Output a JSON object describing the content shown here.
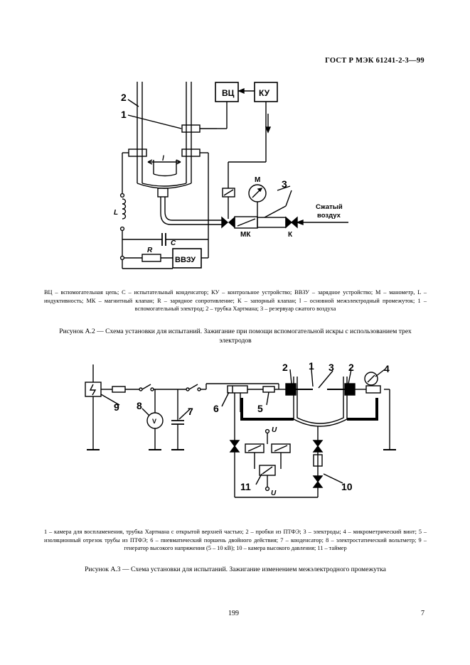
{
  "header": {
    "standard": "ГОСТ Р МЭК 61241-2-3—99"
  },
  "figure_a2": {
    "labels": {
      "vc": "ВЦ",
      "ku": "КУ",
      "vvzu": "ВВЗУ",
      "m": "М",
      "mk": "МК",
      "k": "К",
      "l": "L",
      "c": "C",
      "r": "R",
      "gap": "l",
      "n1": "1",
      "n2": "2",
      "n3": "3",
      "air_line1": "Сжатый",
      "air_line2": "воздух"
    },
    "legend": "ВЦ – вспомогательная цепь; С – испытательный конденсатор; КУ – контрольное устройство; ВВЗУ – зарядное устройство; М – манометр, L – индуктивность; МК – магнитный клапан; R – зарядное сопротивление; К – запорный клапан; l – основной межэлектродный промежуток; 1 – вспомогательный электрод; 2 – трубка Хартмана; 3 – резервуар сжатого воздуха",
    "caption": "Рисунок А.2 — Схема установки для испытаний. Зажигание при помощи вспомогательной искры с использованием трех электродов"
  },
  "figure_a3": {
    "labels": {
      "n1": "1",
      "n2a": "2",
      "n2b": "2",
      "n3": "3",
      "n4": "4",
      "n5": "5",
      "n6": "6",
      "n7": "7",
      "n8": "8",
      "n9": "9",
      "n10": "10",
      "n11": "11",
      "u_top": "U",
      "u_bottom": "U",
      "volt": "V"
    },
    "legend": "1 – камера для воспламенения, трубка Хартмана с открытой верхней частью; 2 – пробки из ПТФЭ; 3 – электроды; 4 – микрометрический винт; 5 – изоляционный отрезок трубы из ПТФЭ; 6 – пневматический поршень двойного действия; 7 – конденсатор; 8 – электростатический вольтметр; 9 – генератор высокого напряжения (5 – 10 кВ); 10 – камера высокого давления; 11 – таймер",
    "caption": "Рисунок А.3 — Схема установки для испытаний. Зажигание изменением межэлектродного промежутка"
  },
  "footer": {
    "page_center": "199",
    "page_right": "7"
  }
}
